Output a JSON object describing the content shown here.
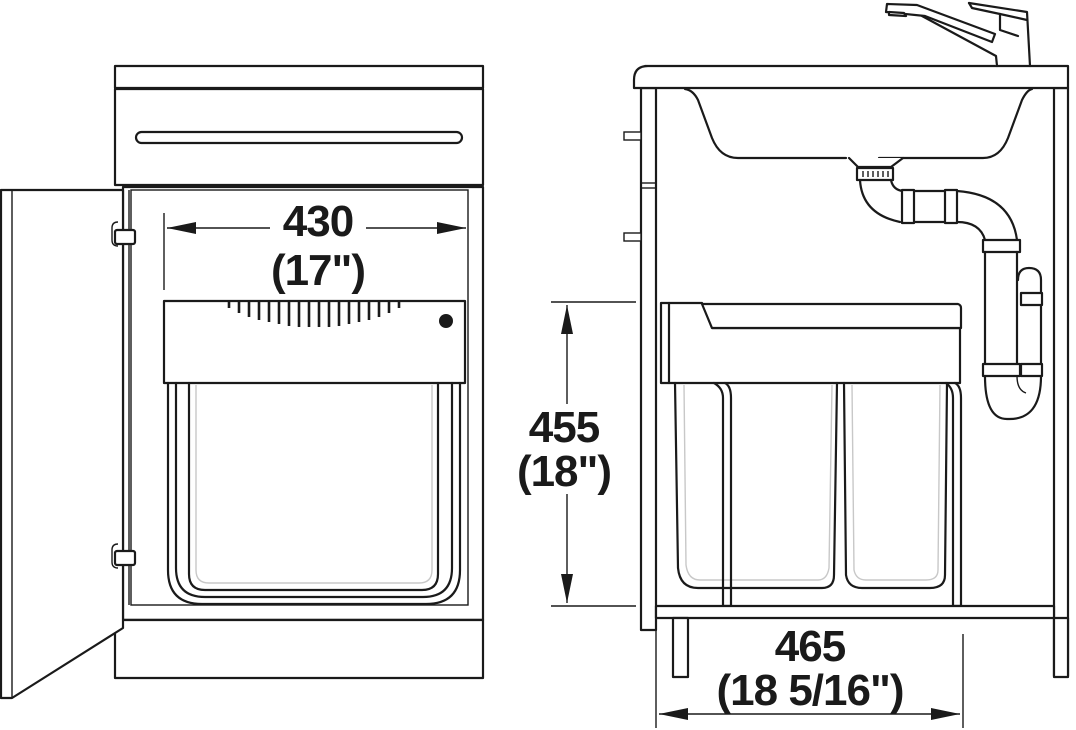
{
  "diagram": {
    "title": "Pull-out waste bin in sink base cabinet — dimensional drawing",
    "views": [
      {
        "id": "front-view",
        "description": "Front view with door open, single bin pulled out"
      },
      {
        "id": "side-view",
        "description": "Side section with sink, faucet, siphon drain and double bin"
      }
    ],
    "dimensions": {
      "width_internal": {
        "mm": "430",
        "inch": "(17\")",
        "orientation": "horizontal"
      },
      "height": {
        "mm": "455",
        "inch": "(18\")",
        "orientation": "vertical"
      },
      "depth": {
        "mm": "465",
        "inch": "(18 5/16\")",
        "orientation": "horizontal"
      }
    },
    "components": [
      "countertop",
      "drawer-front",
      "drawer-handle",
      "cabinet-door",
      "door-hinge-top",
      "door-hinge-bottom",
      "bin-lid-frame",
      "bin-container",
      "plinth",
      "sink-basin",
      "faucet",
      "siphon-drain",
      "double-bin-container",
      "cabinet-legs"
    ],
    "colors": {
      "line": "#1a1a1a",
      "background": "#ffffff",
      "inner-outline": "#c8c8c8"
    }
  }
}
